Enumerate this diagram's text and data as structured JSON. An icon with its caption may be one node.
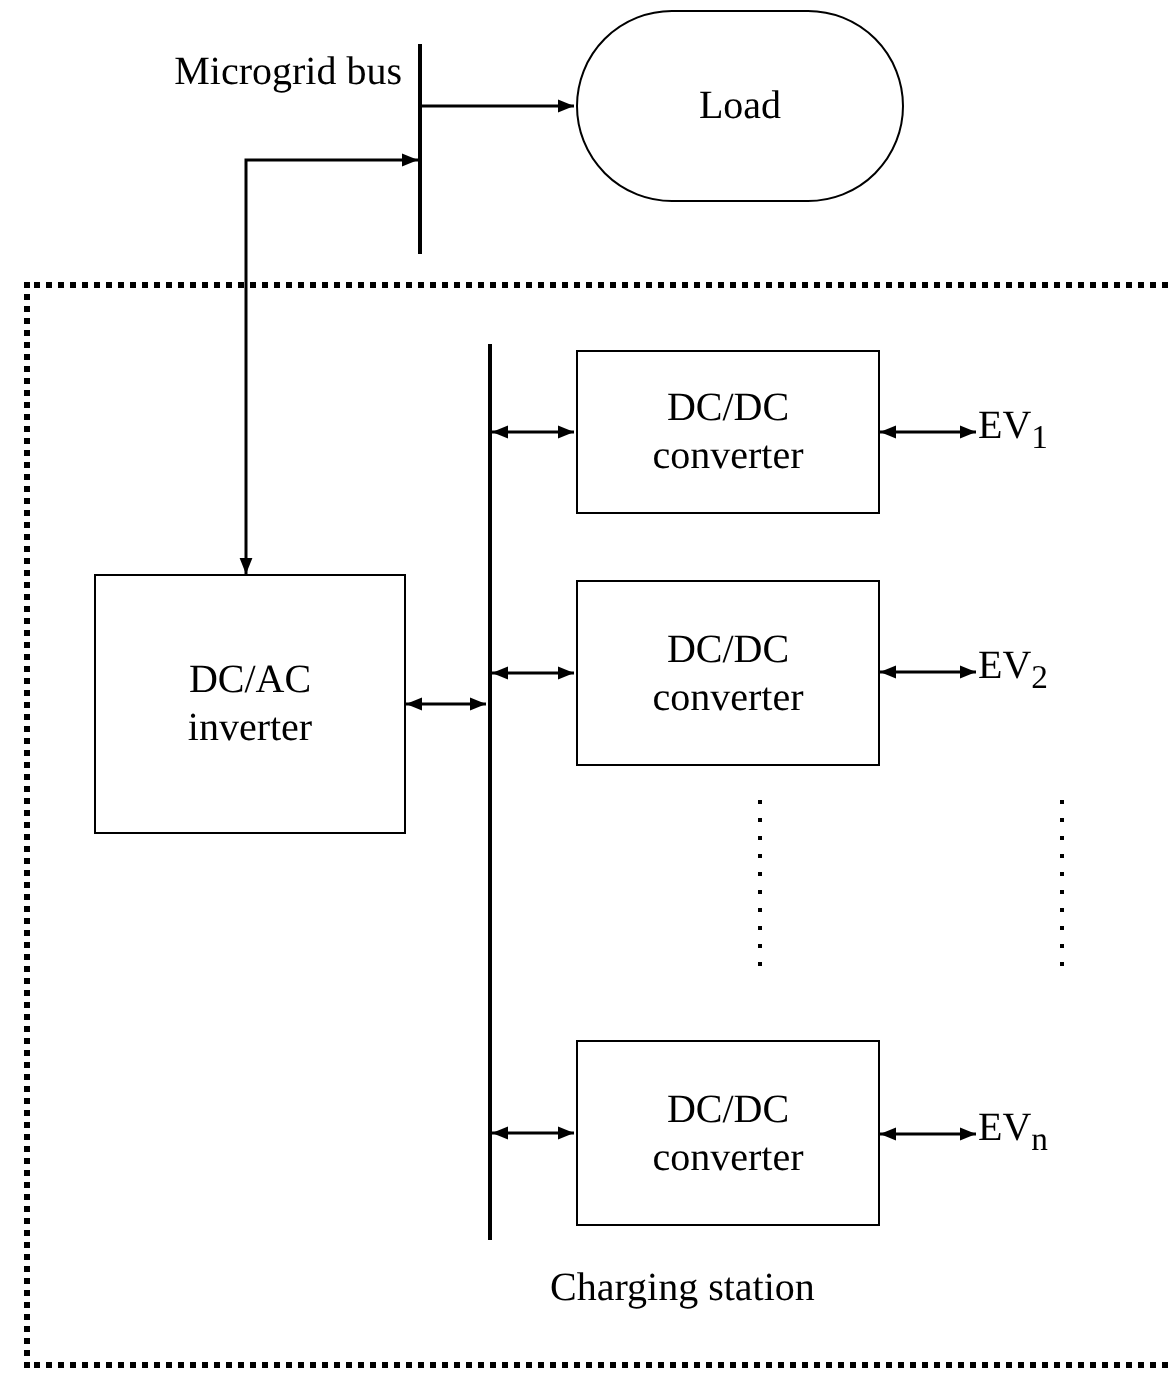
{
  "diagram": {
    "nodes": [
      {
        "text": [],
        "shape": "bar",
        "beside": [
          "Microgrid bus"
        ]
      },
      {
        "text": [
          "Load"
        ]
      },
      {
        "text": [
          "Charging station"
        ]
      },
      {
        "text": [
          "DC/AC inverter"
        ],
        "in": 2
      },
      {
        "text": [],
        "shape": "bar",
        "in": 2
      },
      {
        "text": [
          "DC/DC converter"
        ],
        "in": 2
      },
      {
        "text": [
          "DC/DC converter"
        ],
        "in": 2
      },
      {
        "text": [
          "DC/DC converter"
        ],
        "in": 2
      },
      {
        "text": [
          "EV$_{1}$"
        ],
        "in": 2
      },
      {
        "text": [
          "EV$_{2}$"
        ],
        "in": 2
      },
      {
        "text": [
          "EV$_{n}$"
        ],
        "in": 2
      }
    ],
    "edges": [
      {
        "from": 0,
        "to": 1,
        "arrow": "to"
      },
      {
        "from": 3,
        "to": 0,
        "arrow": "both"
      },
      {
        "from": 3,
        "to": 4,
        "arrow": "both"
      },
      {
        "from": 4,
        "to": 5,
        "arrow": "both"
      },
      {
        "from": 4,
        "to": 6,
        "arrow": "both"
      },
      {
        "from": 4,
        "to": 7,
        "arrow": "both"
      },
      {
        "from": 5,
        "to": 8,
        "arrow": "both"
      },
      {
        "from": 6,
        "to": 9,
        "arrow": "both"
      },
      {
        "from": 7,
        "to": 10,
        "arrow": "both"
      }
    ]
  }
}
